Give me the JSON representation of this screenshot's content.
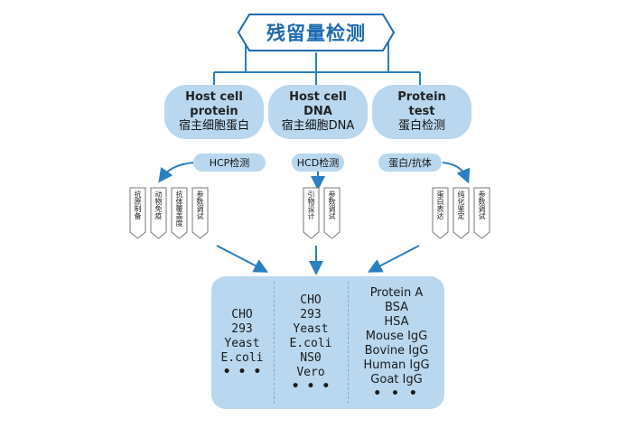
{
  "title": "残留量检测",
  "categories": [
    {
      "en": "Host cell protein",
      "en_line1": "Host cell",
      "en_line2": "protein",
      "zh": "宿主细胞蛋白"
    },
    {
      "en": "Host cell DNA",
      "en_line1": "Host cell",
      "en_line2": "DNA",
      "zh": "宿主细胞DNA"
    },
    {
      "en": "Protein test",
      "en_line1": "Protein",
      "en_line2": "test",
      "zh": "蛋白检测"
    }
  ],
  "pills": [
    "HCP检测",
    "HCD检测",
    "蛋白/抗体"
  ],
  "tags": {
    "hcp": [
      "抗原制备",
      "动物免疫",
      "抗体覆盖度",
      "参数调试"
    ],
    "hcd": [
      "引物设计",
      "参数调试"
    ],
    "protein": [
      "蛋白表达",
      "纯化鉴定",
      "参数调试"
    ]
  },
  "results": {
    "hcp": [
      "CHO",
      "293",
      "Yeast",
      "E.coli",
      "• • •"
    ],
    "hcd": [
      "CHO",
      "293",
      "Yeast",
      "E.coli",
      "NS0",
      "Vero",
      "• • •"
    ],
    "protein": [
      "Protein A",
      "BSA",
      "HSA",
      "Mouse IgG",
      "Bovine IgG",
      "Human IgG",
      "Goat IgG",
      "• • •"
    ]
  },
  "colors": {
    "accent": "#1b6bb0",
    "box_fill": "#b9d8ef",
    "arrow": "#2a7fc1"
  }
}
